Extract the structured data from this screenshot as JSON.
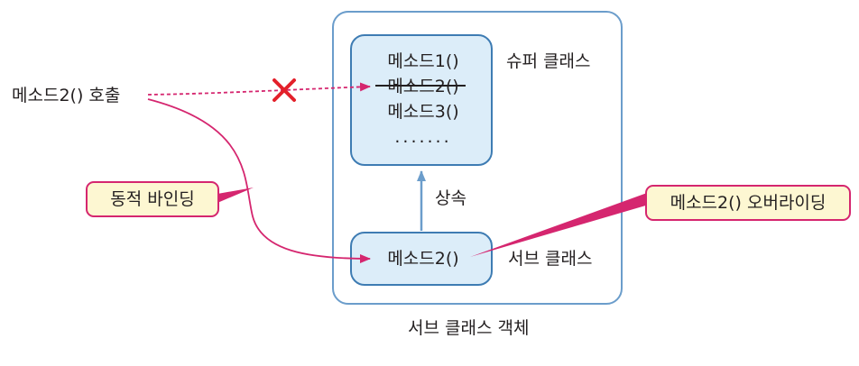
{
  "caller_label": "메소드2() 호출",
  "dynamic_binding_label": "동적 바인딩",
  "super_class": {
    "methods": [
      "메소드1()",
      "메소드2()",
      "메소드3()",
      "......."
    ],
    "label": "슈퍼 클래스"
  },
  "inheritance_label": "상속",
  "sub_class": {
    "method": "메소드2()",
    "label": "서브 클래스"
  },
  "override_label": "메소드2() 오버라이딩",
  "object_label": "서브 클래스 객체",
  "colors": {
    "outer_border": "#6b9dcb",
    "class_border": "#3e7cb3",
    "class_fill": "#dcedf9",
    "accent": "#d5266f",
    "callout_fill": "#fdf7d2",
    "cross": "#e3202a",
    "arrow_blue": "#6b9dcb"
  }
}
